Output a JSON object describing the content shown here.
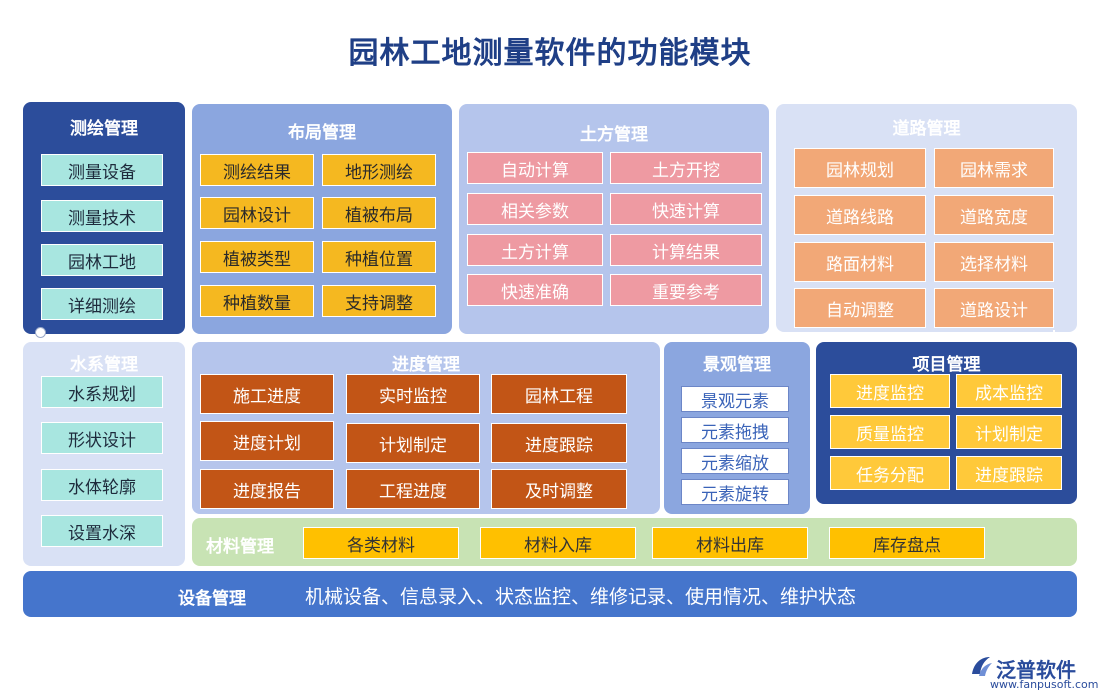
{
  "title": "园林工地测量软件的功能模块",
  "modules": {
    "survey": {
      "title": "测绘管理",
      "items": [
        "测量设备",
        "测量技术",
        "园林工地",
        "详细测绘"
      ]
    },
    "layout": {
      "title": "布局管理",
      "items": [
        "测绘结果",
        "地形测绘",
        "园林设计",
        "植被布局",
        "植被类型",
        "种植位置",
        "种植数量",
        "支持调整"
      ]
    },
    "earth": {
      "title": "土方管理",
      "items": [
        "自动计算",
        "土方开挖",
        "相关参数",
        "快速计算",
        "土方计算",
        "计算结果",
        "快速准确",
        "重要参考"
      ]
    },
    "road": {
      "title": "道路管理",
      "items": [
        "园林规划",
        "园林需求",
        "道路线路",
        "道路宽度",
        "路面材料",
        "选择材料",
        "自动调整",
        "道路设计"
      ]
    },
    "water": {
      "title": "水系管理",
      "items": [
        "水系规划",
        "形状设计",
        "水体轮廓",
        "设置水深"
      ]
    },
    "progress": {
      "title": "进度管理",
      "items": [
        "施工进度",
        "实时监控",
        "园林工程",
        "进度计划",
        "计划制定",
        "进度跟踪",
        "进度报告",
        "工程进度",
        "及时调整"
      ]
    },
    "landscape": {
      "title": "景观管理",
      "items": [
        "景观元素",
        "元素拖拽",
        "元素缩放",
        "元素旋转"
      ]
    },
    "project": {
      "title": "项目管理",
      "items": [
        "进度监控",
        "成本监控",
        "质量监控",
        "计划制定",
        "任务分配",
        "进度跟踪"
      ]
    },
    "material": {
      "title": "材料管理",
      "items": [
        "各类材料",
        "材料入库",
        "材料出库",
        "库存盘点"
      ]
    },
    "equipment": {
      "title": "设备管理",
      "text": "机械设备、信息录入、状态监控、维修记录、使用情况、维护状态"
    }
  },
  "logo": {
    "name": "泛普软件",
    "url": "www.fanpusoft.com"
  },
  "icons": [
    "logo-mark-icon"
  ]
}
